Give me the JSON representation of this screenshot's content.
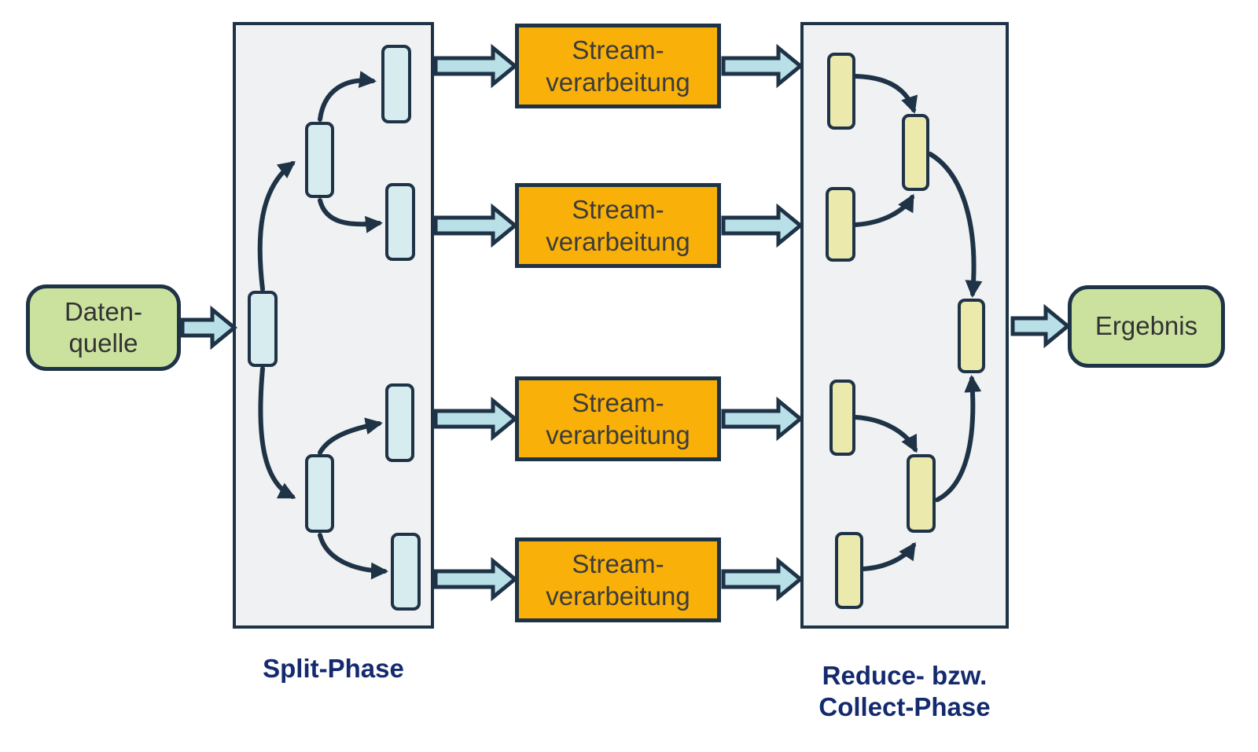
{
  "diagram": {
    "source_box": {
      "line1": "Daten-",
      "line2": "quelle"
    },
    "result_box": {
      "label": "Ergebnis"
    },
    "phases": {
      "split": {
        "label": "Split-Phase"
      },
      "reduce": {
        "label_line1": "Reduce- bzw.",
        "label_line2": "Collect-Phase"
      }
    },
    "processors": [
      {
        "line1": "Stream-",
        "line2": "verarbeitung"
      },
      {
        "line1": "Stream-",
        "line2": "verarbeitung"
      },
      {
        "line1": "Stream-",
        "line2": "verarbeitung"
      },
      {
        "line1": "Stream-",
        "line2": "verarbeitung"
      }
    ],
    "colors": {
      "background": "#ffffff",
      "outline_navy": "#1f3347",
      "container_fill": "#f0f1f2",
      "terminal_fill": "#cbe29e",
      "processor_fill": "#f9b008",
      "split_node_fill": "#d7ecef",
      "reduce_node_fill": "#ece9ad",
      "flow_arrow_fill": "#b9dfe7",
      "phase_label_text": "#142a6e",
      "box_text": "#3c3c3c"
    }
  }
}
